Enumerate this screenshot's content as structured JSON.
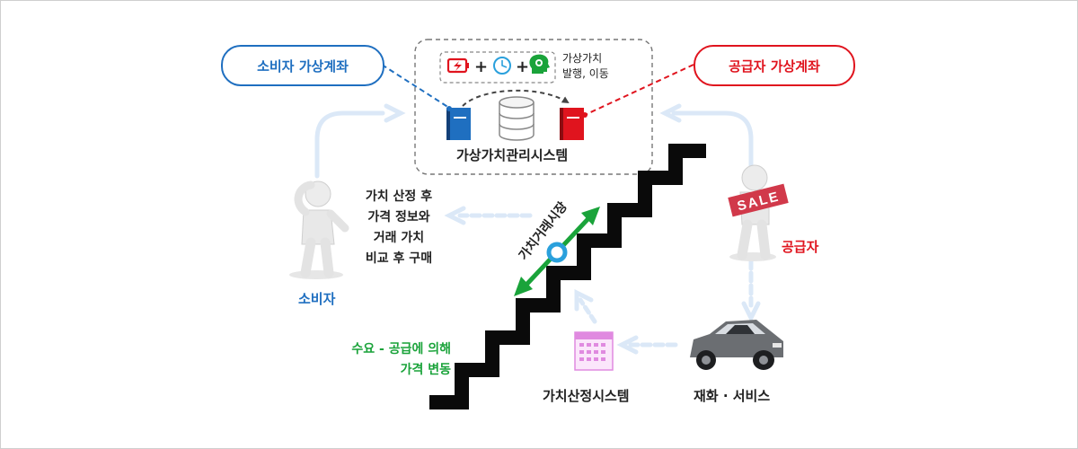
{
  "consumer_account": "소비자 가상계좌",
  "supplier_account": "공급자 가상계좌",
  "issue_label": [
    "가상가치",
    "발행, 이동"
  ],
  "system_name": "가상가치관리시스템",
  "consumer_text": [
    "가치 산정 후",
    "가격 정보와",
    "거래 가치",
    "비교 후 구매"
  ],
  "consumer_label": "소비자",
  "supplier_label": "공급자",
  "sale_tag": "SALE",
  "market_label": "가치거래시장",
  "price_change": [
    "수요 - 공급에 의해",
    "가격 변동"
  ],
  "valuation_system": "가치산정시스템",
  "goods_label": "재화 · 서비스",
  "colors": {
    "blue": "#1f6fc0",
    "red": "#e0141e",
    "green": "#1aa33a",
    "arrow_light": "#dbe8f7",
    "calendar": "#e08ae0"
  },
  "icons": [
    "battery-charging-icon",
    "clock-icon",
    "brain-gear-icon",
    "database-icon",
    "blue-ledger-icon",
    "red-ledger-icon",
    "calendar-icon",
    "car-icon",
    "person-thinking-icon",
    "person-sale-icon",
    "staircase-icon"
  ]
}
